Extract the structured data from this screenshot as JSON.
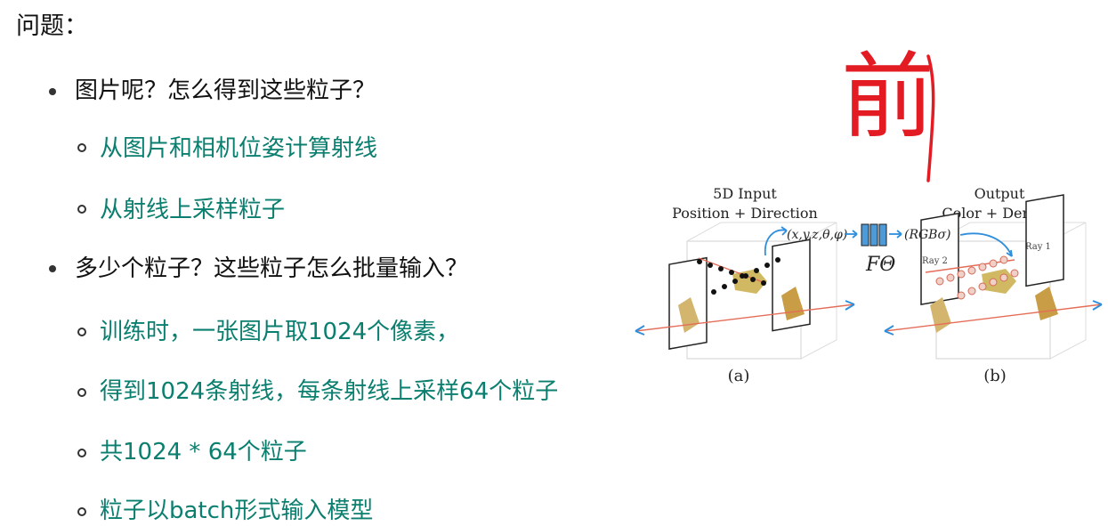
{
  "title": "问题：",
  "bullets": [
    {
      "text": "图片呢？怎么得到这些粒子？",
      "subitems": [
        "从图片和相机位姿计算射线",
        "从射线上采样粒子"
      ]
    },
    {
      "text": "多少个粒子？这些粒子怎么批量输入？",
      "subitems": [
        "训练时，一张图片取1024个像素，",
        "得到1024条射线，每条射线上采样64个粒子",
        "共1024 * 64个粒子",
        "粒子以batch形式输入模型"
      ]
    }
  ],
  "figure": {
    "left_title": "5D Input",
    "left_subtitle": "Position + Direction",
    "input_formula": "(x,y,z,θ,φ)",
    "network_label": "FΘ",
    "output_formula": "(RGBσ)",
    "right_title": "Output",
    "right_subtitle": "Color + Density",
    "ray1_label": "Ray 1",
    "ray2_label": "Ray 2",
    "caption_a": "(a)",
    "caption_b": "(b)"
  },
  "annotation": {
    "text": "前",
    "color": "#e31b23"
  },
  "colors": {
    "subitem_text": "#0b7f6f",
    "ray_red": "#e46d58",
    "ray_blue": "#2f8fdc",
    "box_fill": "#4d9ad8"
  }
}
